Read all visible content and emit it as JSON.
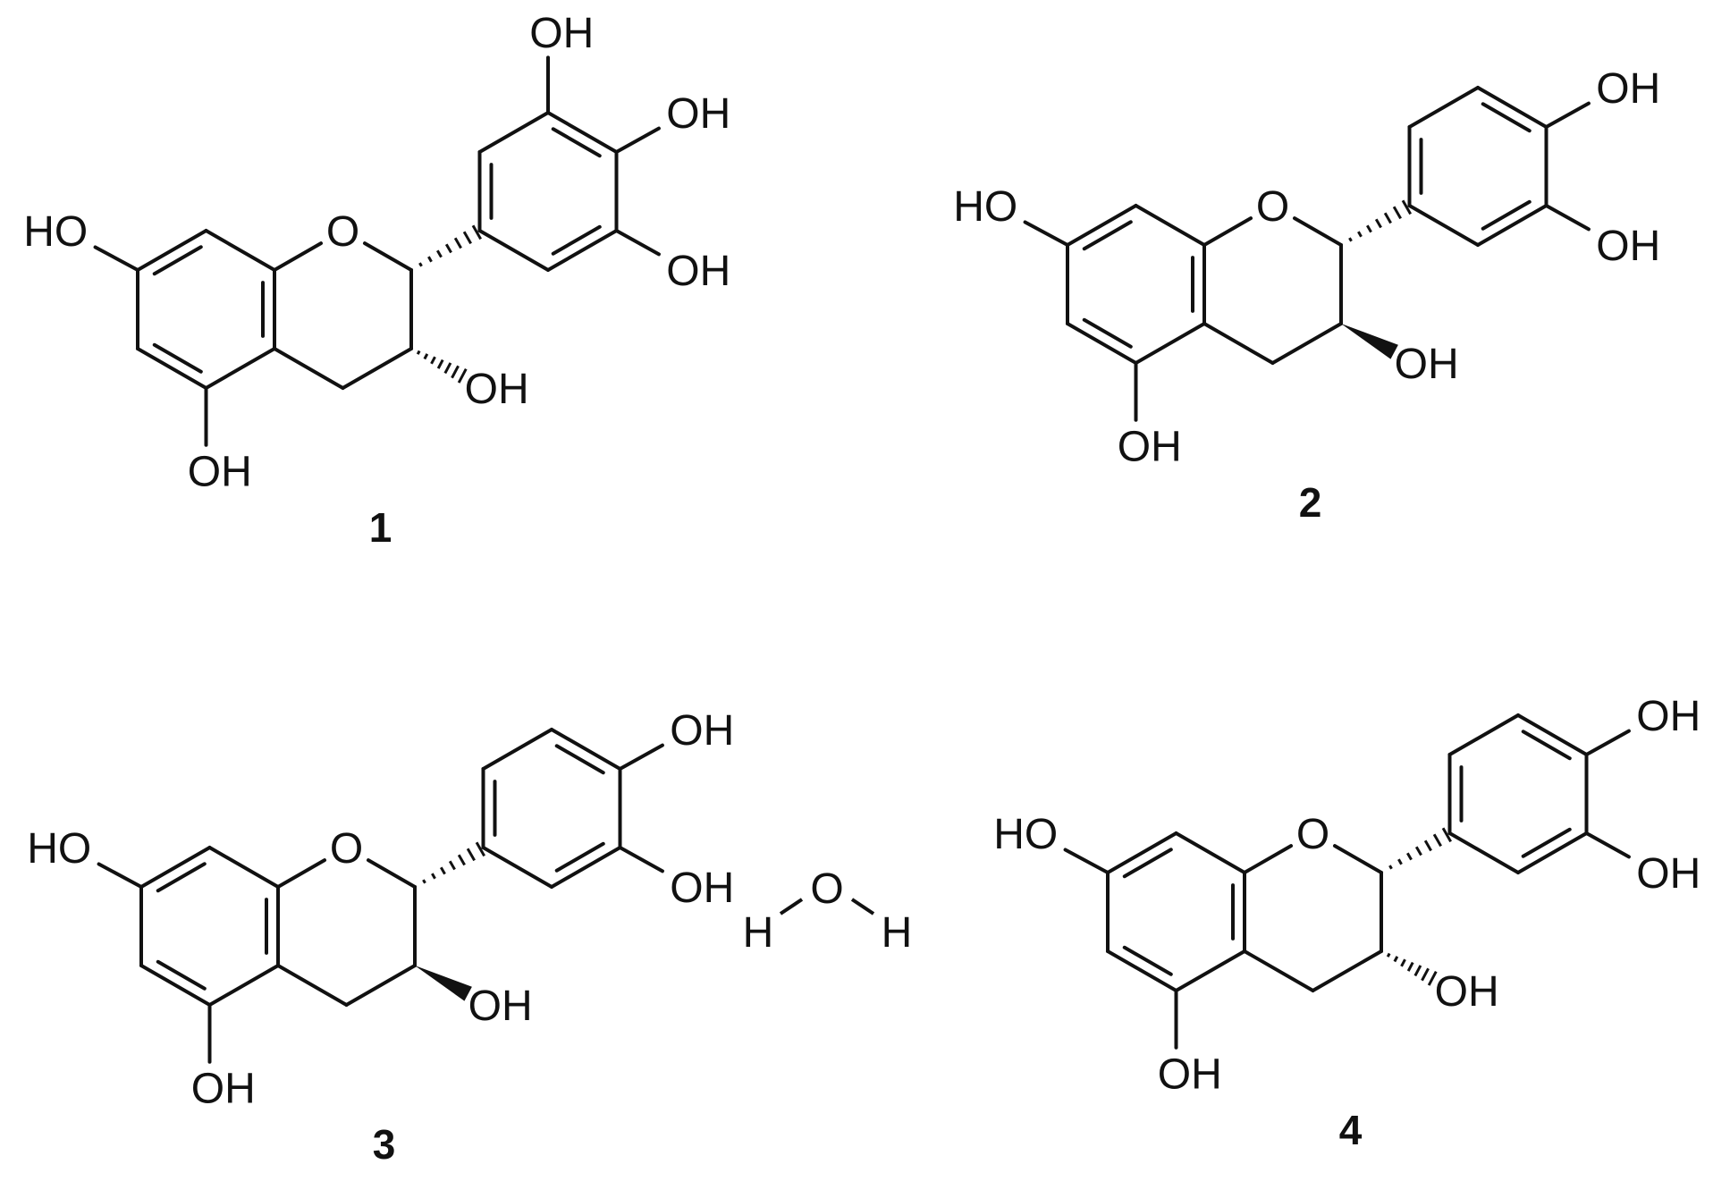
{
  "figure": {
    "line_color": "#111111",
    "background": "#ffffff",
    "compounds": [
      {
        "id": "1",
        "o_ring": "O",
        "oh7": "HO",
        "oh5": "OH",
        "oh3": "OH",
        "oh3_stereo": "hashed",
        "aryl_stereo": "hashed",
        "b_ring_oh": {
          "top": "OH",
          "right_upper": "OH",
          "right_lower": "OH"
        }
      },
      {
        "id": "2",
        "o_ring": "O",
        "oh7": "HO",
        "oh5": "OH",
        "oh3": "OH",
        "oh3_stereo": "wedge",
        "aryl_stereo": "hashed",
        "b_ring_oh": {
          "right_upper": "OH",
          "right_lower": "OH"
        }
      },
      {
        "id": "3",
        "o_ring": "O",
        "oh7": "HO",
        "oh5": "OH",
        "oh3": "OH",
        "oh3_stereo": "wedge",
        "aryl_stereo": "hashed",
        "b_ring_oh": {
          "right_upper": "OH",
          "right_lower": "OH"
        },
        "water": {
          "o": "O",
          "h1": "H",
          "h2": "H"
        }
      },
      {
        "id": "4",
        "o_ring": "O",
        "oh7": "HO",
        "oh5": "OH",
        "oh3": "OH",
        "oh3_stereo": "hashed",
        "aryl_stereo": "hashed",
        "b_ring_oh": {
          "right_upper": "OH",
          "right_lower": "OH"
        }
      }
    ]
  }
}
